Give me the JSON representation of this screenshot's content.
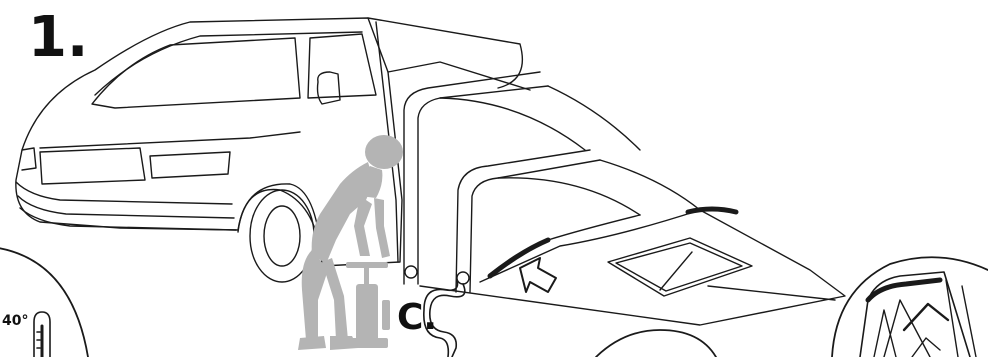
{
  "step": {
    "number": "1."
  },
  "callout": {
    "label": "C."
  },
  "thermometer": {
    "reading": "40°"
  },
  "figure": {
    "person_color": "#b4b4b4",
    "line_color": "#1a1a1a",
    "background": "#ffffff"
  },
  "icons": [
    "van-illustration",
    "inflatable-awning-illustration",
    "person-with-pump-icon",
    "air-pump-icon",
    "arrow-icon",
    "thermometer-icon",
    "detail-inset-circle"
  ]
}
